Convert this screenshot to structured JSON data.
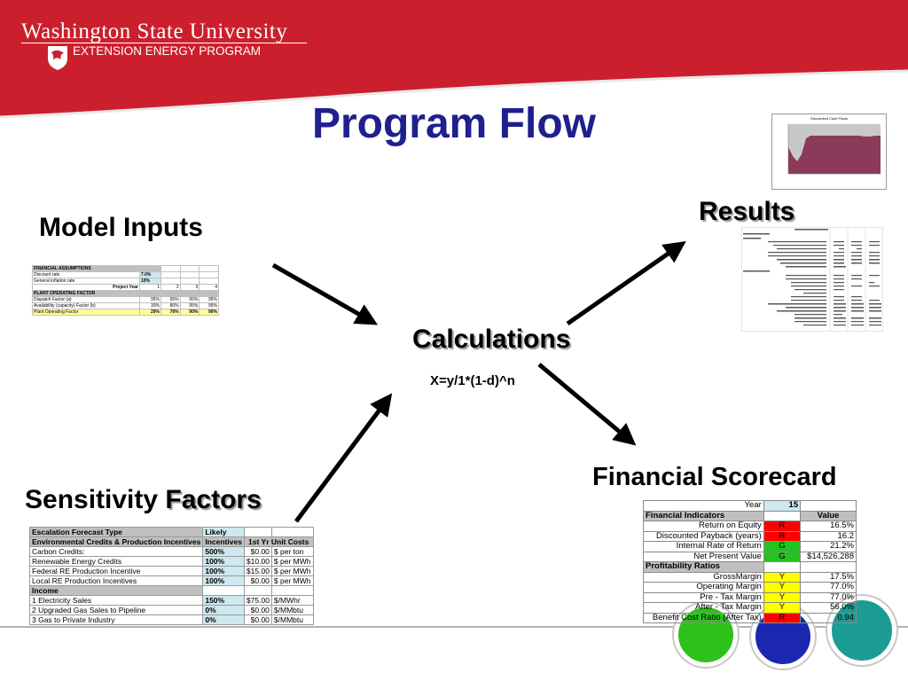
{
  "header": {
    "university": "Washington State University",
    "program": "Extension Energy Program"
  },
  "title": "Program Flow",
  "labels": {
    "model_inputs": "Model Inputs",
    "results": "Results",
    "calculations": "Calculations",
    "formula": "X=y/1*(1-d)^n",
    "financial_scorecard": "Financial Scorecard",
    "sensitivity": "Sensitivity",
    "factors": "Factors"
  },
  "colors": {
    "header_red": "#cc1f2d",
    "title_blue": "#1f1f8f",
    "circle_green": "#2ec11c",
    "circle_blue": "#1c27b0",
    "circle_teal": "#1a9c95"
  },
  "inputs_sheet": {
    "section1": "FINANCIAL ASSUMPTIONS",
    "discount_label": "Discount rate",
    "discount_value": "7.0%",
    "inflation_label": "General inflation rate",
    "inflation_value": "10%",
    "project_year_label": "Project Year",
    "years": [
      "1",
      "2",
      "3",
      "4"
    ],
    "section2": "PLANT OPERATING FACTOR",
    "rows": [
      {
        "label": "Dispatch Factor (a)",
        "values": [
          "95%",
          "95%",
          "95%",
          "95%"
        ]
      },
      {
        "label": "Availability (capacity) Factor (b)",
        "values": [
          "30%",
          "80%",
          "95%",
          "95%"
        ]
      },
      {
        "label": "Plant Operating Factor",
        "values": [
          "29%",
          "76%",
          "90%",
          "90%"
        ]
      }
    ]
  },
  "results_chart": {
    "title": "Discounted Cash Flows"
  },
  "sensitivity_table": {
    "header_left": "Escalation Forecast Type",
    "header_value": "Likely",
    "section1_left": "Environmental Credits & Production Incentives",
    "section1_mid": "Incentives",
    "section1_right": "1st Yr Unit Costs",
    "rows1": [
      {
        "label": "Carbon Credits:",
        "pct": "500%",
        "cost": "$0.00",
        "unit": "$ per ton"
      },
      {
        "label": "Renewable Energy Credits",
        "pct": "100%",
        "cost": "$10.00",
        "unit": "$ per MWh"
      },
      {
        "label": "Federal RE Production Incentive",
        "pct": "100%",
        "cost": "$15.00",
        "unit": "$ per MWh"
      },
      {
        "label": "Local RE Production Incentives",
        "pct": "100%",
        "cost": "$0.00",
        "unit": "$ per MWh"
      }
    ],
    "section2_left": "Income",
    "rows2": [
      {
        "label": "1 Electricity Sales",
        "pct": "150%",
        "cost": "$75.00",
        "unit": "$/MWhr"
      },
      {
        "label": "2 Upgraded Gas Sales to Pipeline",
        "pct": "0%",
        "cost": "$0.00",
        "unit": "$/MMbtu"
      },
      {
        "label": "3 Gas to Private Industry",
        "pct": "0%",
        "cost": "$0.00",
        "unit": "$/MMbtu"
      }
    ]
  },
  "scorecard": {
    "year_label": "Year",
    "year_value": "15",
    "section1": "Financial Indicators",
    "value_header": "Value",
    "indicators": [
      {
        "label": "Return on Equity",
        "status": "R",
        "value": "16.5%"
      },
      {
        "label": "Discounted Payback (years)",
        "status": "R",
        "value": "16.2"
      },
      {
        "label": "Internal Rate of Return",
        "status": "G",
        "value": "21.2%"
      },
      {
        "label": "Net Present Value",
        "status": "G",
        "value": "$14,526,288"
      }
    ],
    "section2": "Profitability Ratios",
    "ratios": [
      {
        "label": "GrossMargin",
        "status": "Y",
        "value": "17.5%"
      },
      {
        "label": "Operating Margin",
        "status": "Y",
        "value": "77.0%"
      },
      {
        "label": "Pre - Tax Margin",
        "status": "Y",
        "value": "77.0%"
      },
      {
        "label": "After - Tax Margin",
        "status": "Y",
        "value": "56.0%"
      },
      {
        "label": "Benefit Cost Ratio (After Tax)",
        "status": "R",
        "value": "0.94"
      }
    ]
  }
}
